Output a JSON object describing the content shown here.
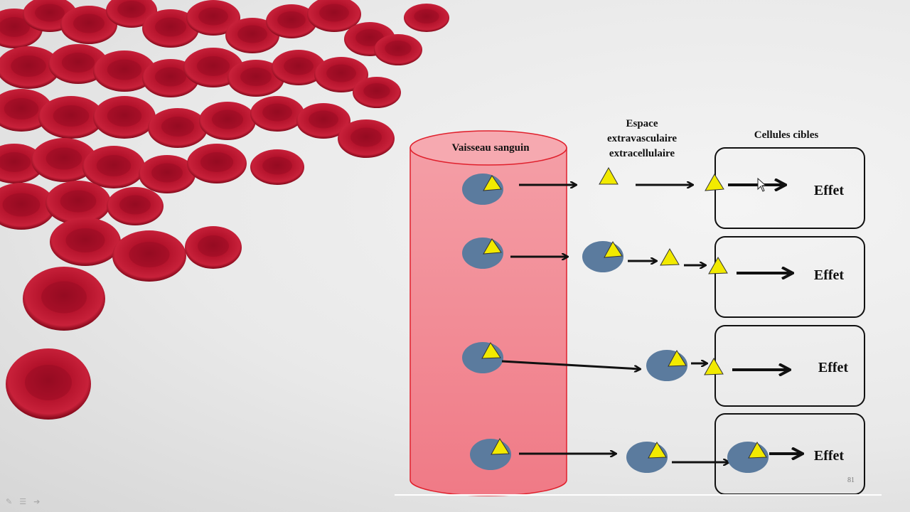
{
  "headers": {
    "vessel": "Vaisseau sanguin",
    "space_line1": "Espace",
    "space_line2": "extravasculaire",
    "space_line3": "extracellulaire",
    "target": "Cellules cibles"
  },
  "effect_labels": [
    "Effet",
    "Effet",
    "Effet",
    "Effet"
  ],
  "page_number": "81",
  "colors": {
    "vessel": "#f28a93",
    "carrier": "#5b7b9e",
    "drug": "#f2ea00",
    "red_cell": "#b3122b"
  },
  "icons": [
    "pencil-icon",
    "menu-icon",
    "arrow-icon"
  ]
}
